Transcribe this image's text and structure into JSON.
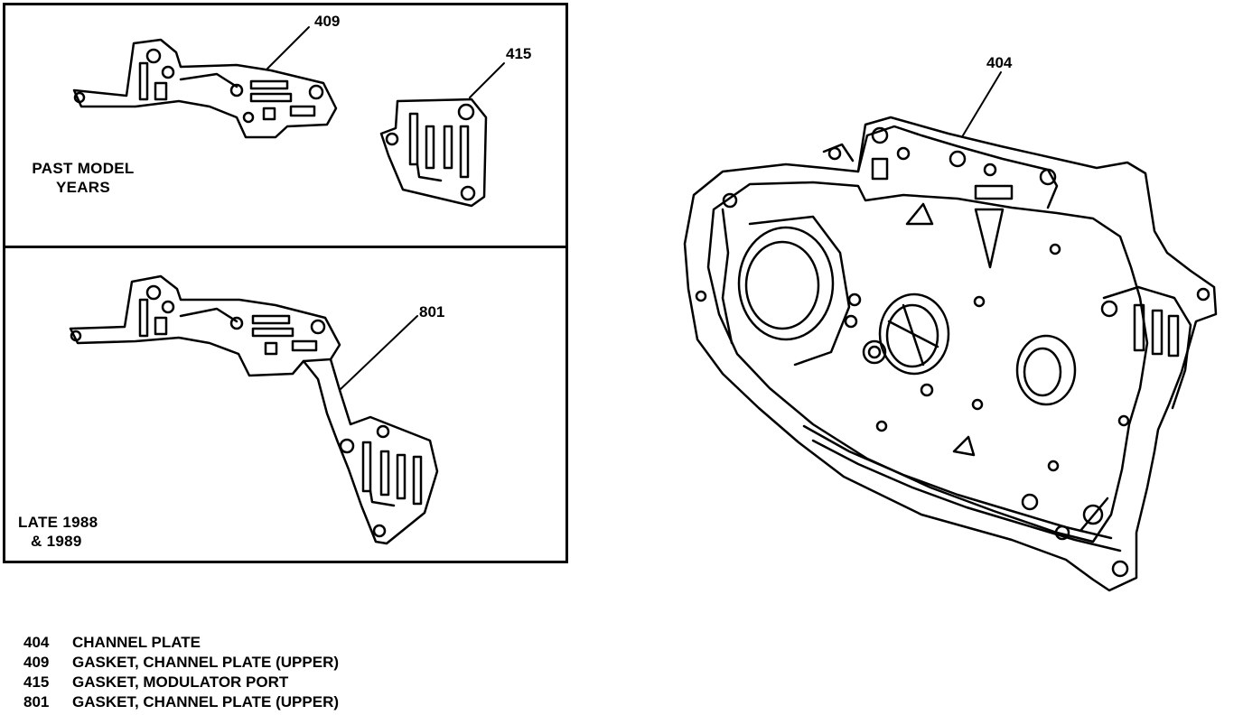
{
  "panels": {
    "top": {
      "caption_line1": "PAST MODEL",
      "caption_line2": "YEARS"
    },
    "bottom": {
      "caption_line1": "LATE 1988",
      "caption_line2": "& 1989"
    }
  },
  "callouts": {
    "c409": "409",
    "c415": "415",
    "c801": "801",
    "c404": "404"
  },
  "legend": [
    {
      "num": "404",
      "text": "CHANNEL PLATE"
    },
    {
      "num": "409",
      "text": "GASKET, CHANNEL PLATE (UPPER)"
    },
    {
      "num": "415",
      "text": "GASKET, MODULATOR PORT"
    },
    {
      "num": "801",
      "text": "GASKET, CHANNEL PLATE (UPPER)"
    }
  ]
}
